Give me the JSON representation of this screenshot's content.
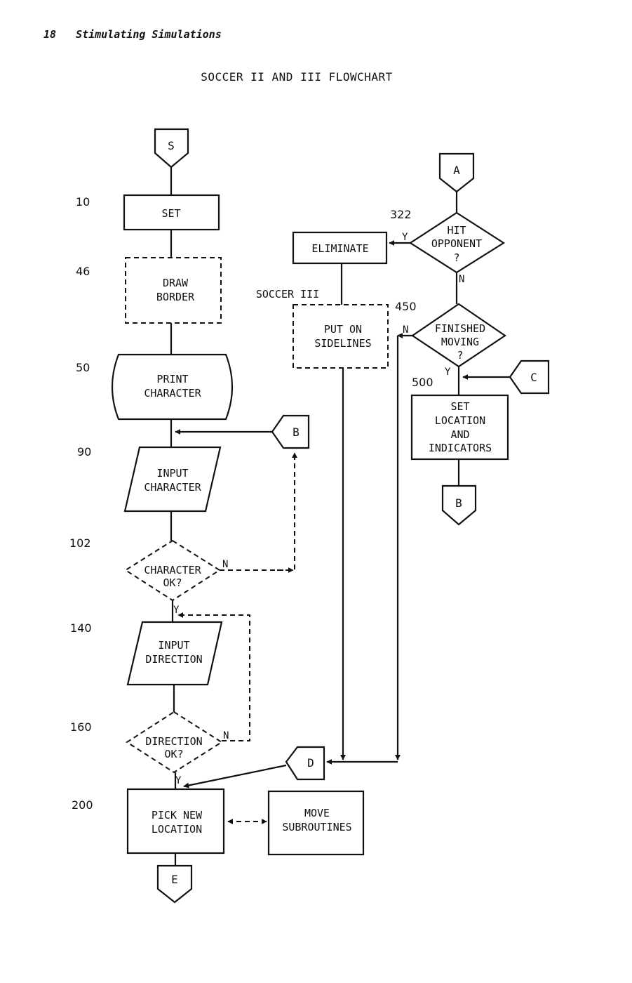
{
  "page_number": "18",
  "running_head": "Stimulating Simulations",
  "title": "SOCCER II AND III FLOWCHART",
  "connectors": {
    "s": "S",
    "a": "A",
    "b_top": "B",
    "b_right": "B",
    "c": "C",
    "d": "D",
    "e": "E"
  },
  "line_numbers": {
    "n10": "10",
    "n46": "46",
    "n50": "50",
    "n90": "90",
    "n102": "102",
    "n140": "140",
    "n160": "160",
    "n200": "200",
    "n322": "322",
    "n450": "450",
    "n500": "500"
  },
  "soccer3_label": "SOCCER III",
  "nodes": {
    "set": [
      "SET"
    ],
    "draw_border": [
      "DRAW",
      "BORDER"
    ],
    "print_character": [
      "PRINT",
      "CHARACTER"
    ],
    "input_character": [
      "INPUT",
      "CHARACTER"
    ],
    "character_ok": [
      "CHARACTER",
      "OK?"
    ],
    "input_direction": [
      "INPUT",
      "DIRECTION"
    ],
    "direction_ok": [
      "DIRECTION",
      "OK?"
    ],
    "pick_new_location": [
      "PICK NEW",
      "LOCATION"
    ],
    "move_subroutines": [
      "MOVE",
      "SUBROUTINES"
    ],
    "eliminate": [
      "ELIMINATE"
    ],
    "hit_opponent": [
      "HIT",
      "OPPONENT",
      "?"
    ],
    "put_on_sidelines": [
      "PUT ON",
      "SIDELINES"
    ],
    "finished_moving": [
      "FINISHED",
      "MOVING",
      "?"
    ],
    "set_location": [
      "SET",
      "LOCATION",
      "AND",
      "INDICATORS"
    ]
  },
  "branch_labels": {
    "character_ok_n": "N",
    "character_ok_y": "Y",
    "direction_ok_n": "N",
    "direction_ok_y": "Y",
    "hit_y": "Y",
    "hit_n": "N",
    "finished_n": "N",
    "finished_y": "Y"
  }
}
